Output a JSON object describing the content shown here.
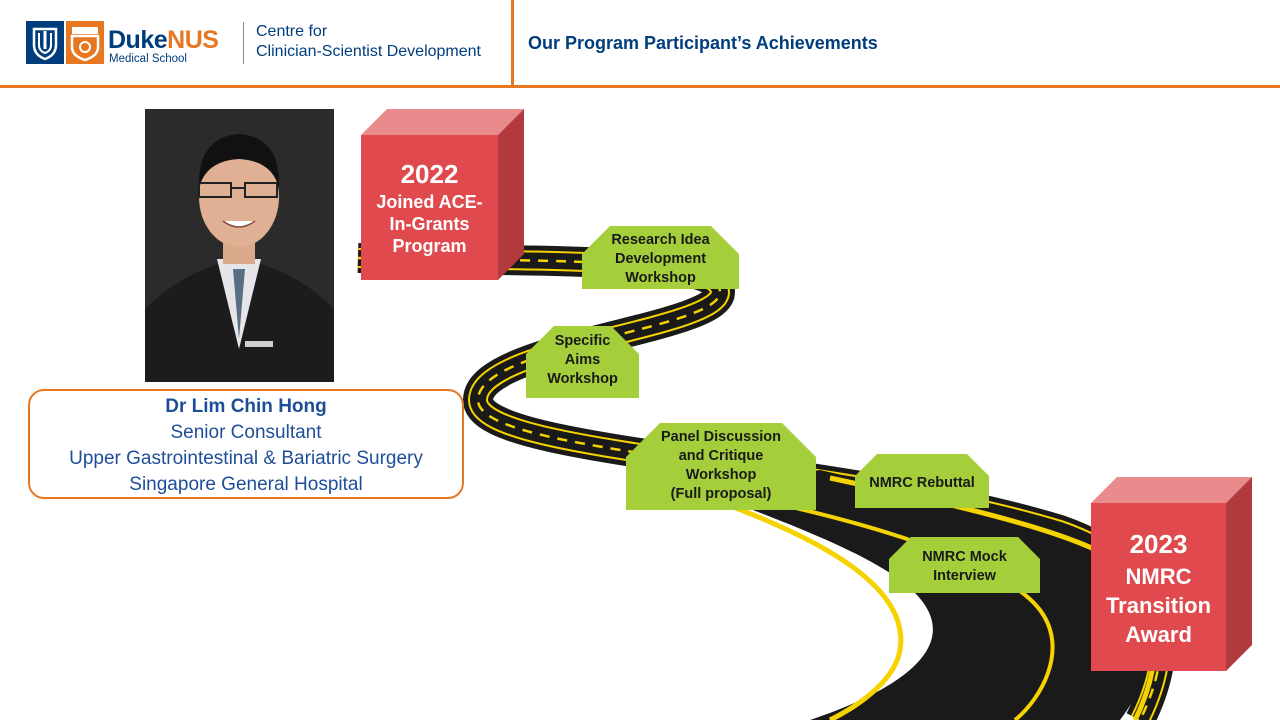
{
  "header": {
    "logo_duke": "Duke",
    "logo_nus": "NUS",
    "logo_medical_school": "Medical School",
    "centre_line1": "Centre for",
    "centre_line2": "Clinician-Scientist Development",
    "title": "Our Program Participant’s Achievements"
  },
  "profile": {
    "name": "Dr Lim Chin Hong",
    "role": "Senior Consultant",
    "department": "Upper Gastrointestinal & Bariatric Surgery",
    "hospital": "Singapore General Hospital"
  },
  "milestones": {
    "start": {
      "year": "2022",
      "line1": "Joined ACE-",
      "line2": "In-Grants",
      "line3": "Program"
    },
    "end": {
      "year": "2023",
      "line1": "NMRC",
      "line2": "Transition",
      "line3": "Award"
    }
  },
  "steps": [
    {
      "lines": [
        "Research Idea",
        "Development",
        "Workshop"
      ]
    },
    {
      "lines": [
        "Specific",
        "Aims",
        "Workshop"
      ]
    },
    {
      "lines": [
        "Panel Discussion",
        "and Critique",
        "Workshop",
        "(Full proposal)"
      ]
    },
    {
      "lines": [
        "NMRC Rebuttal"
      ]
    },
    {
      "lines": [
        "NMRC Mock",
        "Interview"
      ]
    }
  ],
  "colors": {
    "brand_blue": "#003D7C",
    "brand_orange": "#E87722",
    "cube_red": "#E04A4E",
    "tag_green": "#A4CF3B",
    "road_yellow": "#F5D300"
  }
}
